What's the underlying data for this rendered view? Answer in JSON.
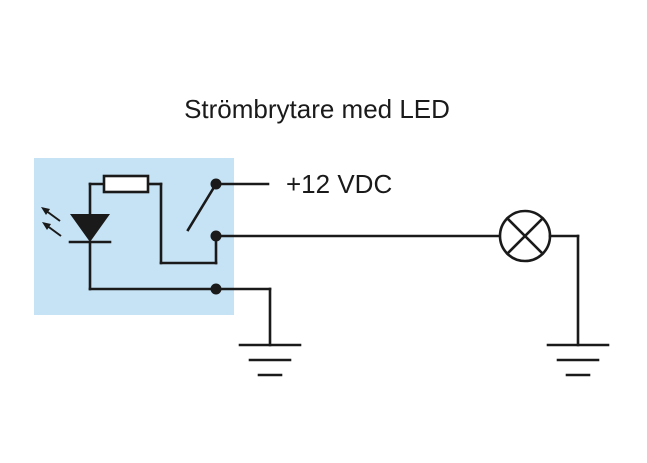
{
  "title": "Strömbrytare med LED",
  "supply_label": "+12 VDC",
  "colors": {
    "module_fill": "#c6e3f5",
    "line": "#1a1a1a",
    "background": "#ffffff"
  },
  "components": {
    "module": "switch-module",
    "led": "led-icon",
    "resistor": "resistor-icon",
    "switch": "switch-icon",
    "lamp": "lamp-icon",
    "ground": "ground-icon"
  }
}
